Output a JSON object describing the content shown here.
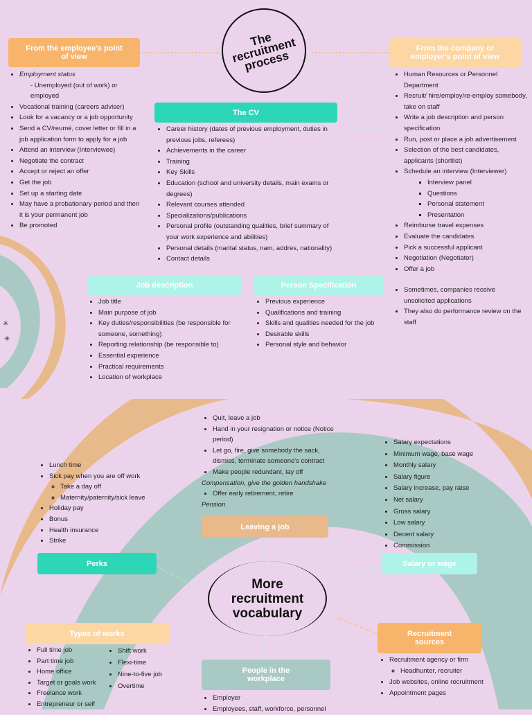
{
  "top": {
    "center_title": "The recruitment process",
    "employee_box": "From the employee's point of view",
    "employer_box": "From the company or employer's point of view",
    "cv_box": "The CV",
    "job_desc_box": "Job description",
    "person_spec_box": "Person Specification",
    "employee_items": [
      {
        "text": "Employment status",
        "style": "italic"
      },
      {
        "text": "- Unemployed (out of work) or employed",
        "sub": true
      },
      {
        "text": "Vocational training (careers adviser)"
      },
      {
        "text": "Look for a vacancy or a job opportunity"
      },
      {
        "text": "Send a CV/reumé, cover letter or fill in a job  application form to apply for a job"
      },
      {
        "text": "Attend an interview (Interviewee)"
      },
      {
        "text": "Negotiate the contract"
      },
      {
        "text": "Accept or reject an offer"
      },
      {
        "text": "Get the job"
      },
      {
        "text": "Set up a starting date"
      },
      {
        "text": "May have a probationary period and then it is your permanent job"
      },
      {
        "text": "Be promoted"
      }
    ],
    "cv_items": [
      "Career history (dates of previous employment,  duties in previous jobs, referees)",
      "Achievements in the career",
      "Training",
      "Key Skills",
      "Education (school and university details, main exams or degrees)",
      "Relevant courses attended",
      "Specializations/publications",
      "Personal profile (outstanding qualities, brief summary of your work experience and abilities)",
      "Personal details (marital status, nam, addres, nationality)",
      "Contact details"
    ],
    "employer_items": [
      "Human Resources or Personnel Department",
      "Recruit/ hire/employ/re-employ somebody, take on staff",
      "Write a job description and person specification",
      "Run, post or place a job advertisement",
      "Selection of the best  candidates, applicants (shortlist)",
      "Schedule an interview (Interviewer)"
    ],
    "interview_items": [
      "Interview panel",
      "Questions",
      "Personal statement",
      "Presentation"
    ],
    "employer_items2": [
      "Reimburse travel expenses",
      "Evaluate the candidates",
      "Pick a successful applicant",
      "Negotiation (Negotiator)",
      "Offer a job"
    ],
    "employer_items3": [
      "Sometimes, companies receive unsolicited applications",
      "They also do performance review on the staff"
    ],
    "job_desc_items": [
      "Job title",
      "Main purpose of job",
      "Key duties/responsibilities (be responsible for someone, something)",
      "Reporting relationship (be responsible to)",
      "Essential experience",
      "Practical requirements",
      "Location of workplace"
    ],
    "person_spec_items": [
      "Previous experience",
      "Qualifications and training",
      "Skills and qualities needed for the  job",
      "Desirable skills",
      "Personal style and behavior"
    ]
  },
  "bottom": {
    "center_title": "More recruitment vocabulary",
    "leaving_box": "Leaving a job",
    "perks_box": "Perks",
    "salary_box": "Salary or wage",
    "types_box": "Types of works",
    "sources_box": "Recruitment sources",
    "people_box": "People in the workplace",
    "leaving_items": [
      "Quit, leave a job",
      "Hand in your resignation or notice (Notice period)",
      " Let go, fire, give somebody the sack, dismiss, terminate someone's contract",
      "Make people redundant, lay off"
    ],
    "leaving_note1": "Compensation, give the golden handshake",
    "leaving_item5": "Offer early retirement, retire",
    "leaving_note2": "Pension",
    "perks_items": [
      "Lunch time",
      "Sick pay when you are off work"
    ],
    "perks_sub": [
      "Take a day off",
      "Maternity/paternity/sick leave"
    ],
    "perks_items2": [
      "Holiday pay",
      "Bonus",
      "Health insurance",
      "Strike"
    ],
    "salary_items": [
      "Salary expectations",
      "Minimum wage, base wage",
      "Monthly salary",
      "Salary figure",
      "Salary increase, pay raise",
      "Net salary",
      "Gross salary",
      "Low salary",
      "Decent salary",
      "Commission"
    ],
    "types_col1": [
      "Full time job",
      "Part time job",
      "Home office",
      "Target or goals work",
      "Freelance work",
      "Entrepreneur or self"
    ],
    "types_col2": [
      "Shift work",
      "Flexi-time",
      "Nine-to-five job",
      "Overtime"
    ],
    "sources_items": [
      "Recruitment agency or firm"
    ],
    "sources_sub": [
      "Headhunter, recruiter"
    ],
    "sources_items2": [
      "Job websites, online recruitment",
      "Appointment pages"
    ],
    "people_items": [
      "Employer",
      "Employees, staff, workforce, personnel"
    ]
  },
  "colors": {
    "bg": "#ecd3ec",
    "orange": "#f7b46a",
    "teal": "#2ed6b8",
    "mint": "#aef3e8",
    "gray_teal": "#a9c9c4",
    "tan": "#e8b98a"
  }
}
